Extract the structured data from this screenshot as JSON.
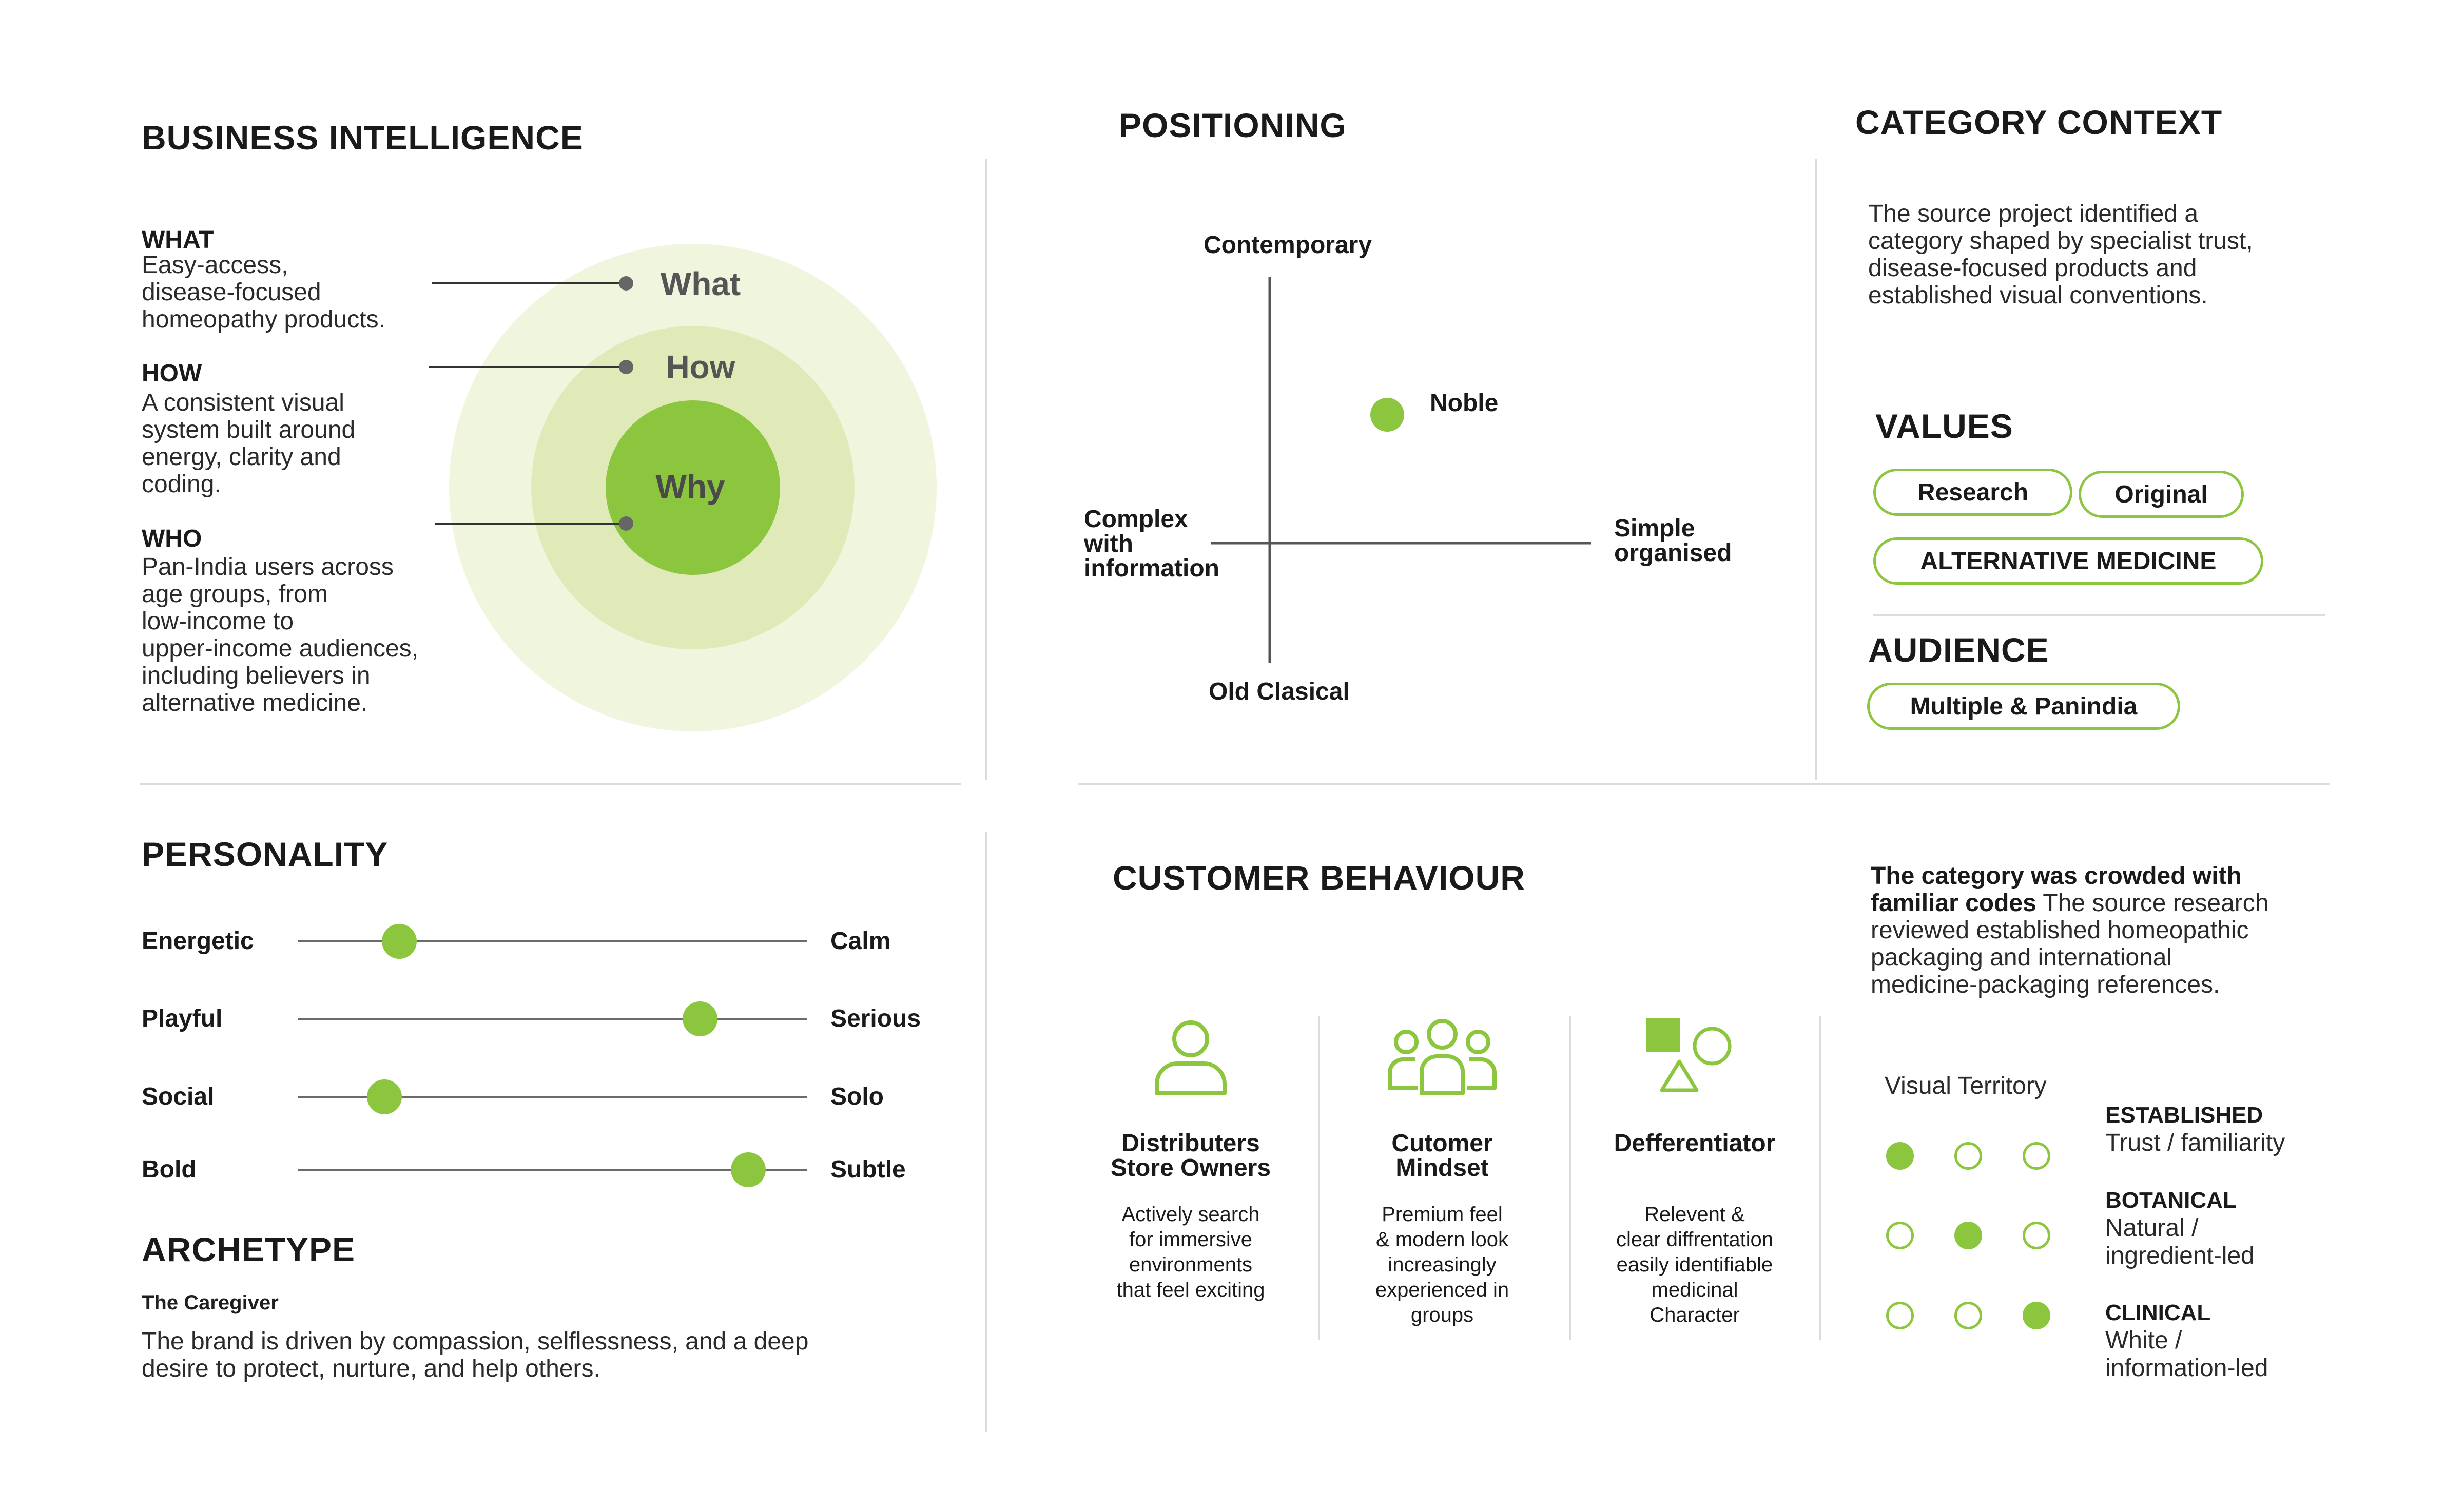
{
  "bi": {
    "title": "BUSINESS INTELLIGENCE",
    "what_label": "WHAT",
    "what_text": "Easy-access,\ndisease-focused\nhomeopathy products.",
    "how_label": "HOW",
    "how_text": "A consistent visual\nsystem built around\nenergy, clarity and\ncoding.",
    "who_label": "WHO",
    "who_text": "Pan-India users across\nage groups, from\nlow-income to\nupper-income audiences,\nincluding believers in\nalternative medicine.",
    "circle_what": "What",
    "circle_how": "How",
    "circle_why": "Why"
  },
  "positioning": {
    "title": "POSITIONING",
    "top": "Contemporary",
    "bottom": "Old Clasical",
    "left": "Complex\nwith\ninformation",
    "right": "Simple\norganised",
    "point_label": "Noble"
  },
  "category": {
    "title": "CATEGORY CONTEXT",
    "text": "The source project identified a\ncategory shaped by specialist trust,\ndisease-focused products and\nestablished visual conventions.",
    "values_title": "VALUES",
    "values": [
      "Research",
      "Original",
      "ALTERNATIVE MEDICINE"
    ],
    "audience_title": "AUDIENCE",
    "audience": "Multiple & Panindia"
  },
  "personality": {
    "title": "PERSONALITY",
    "sliders": [
      {
        "left": "Energetic",
        "right": "Calm",
        "value": 0.2
      },
      {
        "left": "Playful",
        "right": "Serious",
        "value": 0.79
      },
      {
        "left": "Social",
        "right": "Solo",
        "value": 0.17
      },
      {
        "left": "Bold",
        "right": "Subtle",
        "value": 0.885
      }
    ]
  },
  "archetype": {
    "title": "ARCHETYPE",
    "name": "The Caregiver",
    "text": "The brand is driven by compassion, selflessness, and a deep\ndesire to protect, nurture, and help others."
  },
  "behaviour": {
    "title": "CUSTOMER BEHAVIOUR",
    "columns": [
      {
        "icon": "user-icon",
        "title": "Distributers\nStore Owners",
        "desc": "Actively search\nfor immersive\nenvironments\nthat feel exciting"
      },
      {
        "icon": "group-icon",
        "title": "Cutomer\nMindset",
        "desc": "Premium feel\n& modern look\nincreasingly\nexperienced in\ngroups"
      },
      {
        "icon": "shapes-icon",
        "title": "Defferentiator",
        "desc": "Relevent &\nclear diffrentation\neasily identifiable\nmedicinal\nCharacter"
      }
    ],
    "note_bold": "The category was crowded with\nfamiliar codes",
    "note_text": " The source research\nreviewed established homeopathic\npackaging and international\nmedicine-packaging references."
  },
  "territory": {
    "title": "Visual Territory",
    "rows": [
      {
        "head": "ESTABLISHED",
        "sub": "Trust / familiarity",
        "filled": 0
      },
      {
        "head": "BOTANICAL",
        "sub": "Natural /\ningredient-led",
        "filled": 1
      },
      {
        "head": "CLINICAL",
        "sub": "White /\ninformation-led",
        "filled": 2
      }
    ]
  },
  "colors": {
    "accent": "#8cc63f",
    "ring_outer": "#f0f5dd",
    "ring_mid": "#dfeab8"
  }
}
